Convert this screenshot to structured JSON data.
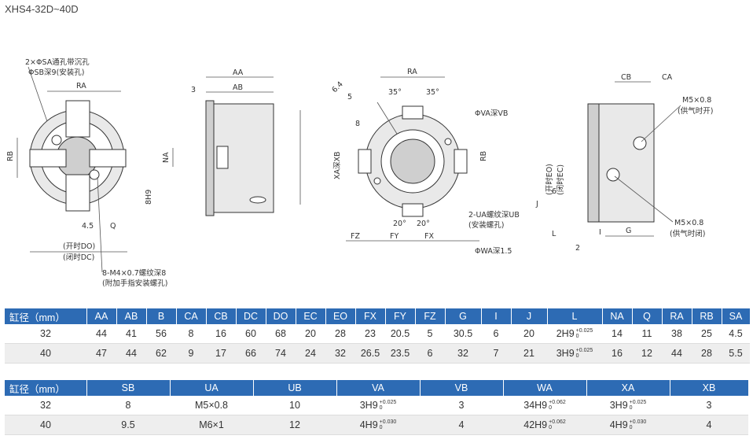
{
  "title": "XHS4-32D~40D",
  "labels": {
    "sa_note": "2×ΦSA通孔带沉孔",
    "sb_note": "ΦSB深9(安装孔)",
    "ra": "RA",
    "rb": "RB",
    "na": "NA",
    "h9": "8H9",
    "dim_4_5": "4.5",
    "q": "Q",
    "do_note": "(开时DO)",
    "dc_note": "(闭时DC)",
    "m4_note": "8-M4×0.7螺纹深8",
    "m4_note2": "(附加手指安装螺孔)",
    "aa": "AA",
    "ab": "AB",
    "dim_3": "3",
    "ra2": "RA",
    "ang_35a": "35°",
    "ang_35b": "35°",
    "dim_6_4": "6.4",
    "dim_5": "5",
    "dim_8": "8",
    "va_note": "ΦVA深VB",
    "rb2": "RB",
    "xa_note": "XA深XB",
    "ua_note": "2-UA螺纹深UB",
    "ua_note2": "(安装螺孔)",
    "ang_20a": "20°",
    "ang_20b": "20°",
    "fz": "FZ",
    "fy": "FY",
    "fx": "FX",
    "wa_note": "ΦWA深1.5",
    "cb": "CB",
    "ca": "CA",
    "m5_open": "M5×0.8",
    "m5_open2": "(供气时开)",
    "eo_note": "(开时EO)",
    "ec_note": "(闭时EC)",
    "dim_6": "6",
    "j": "J",
    "l": "L",
    "i": "I",
    "g": "G",
    "dim_2": "2",
    "m5_close": "M5×0.8",
    "m5_close2": "(供气时闭)"
  },
  "table1": {
    "header": [
      "缸径（mm）",
      "AA",
      "AB",
      "B",
      "CA",
      "CB",
      "DC",
      "DO",
      "EC",
      "EO",
      "FX",
      "FY",
      "FZ",
      "G",
      "I",
      "J",
      "L",
      "NA",
      "Q",
      "RA",
      "RB",
      "SA"
    ],
    "rows": [
      [
        "32",
        "44",
        "41",
        "56",
        "8",
        "16",
        "60",
        "68",
        "20",
        "28",
        "23",
        "20.5",
        "5",
        "30.5",
        "6",
        "20",
        {
          "v": "2H9",
          "up": "+0.025",
          "lo": "0"
        },
        "14",
        "11",
        "38",
        "25",
        "4.5"
      ],
      [
        "40",
        "47",
        "44",
        "62",
        "9",
        "17",
        "66",
        "74",
        "24",
        "32",
        "26.5",
        "23.5",
        "6",
        "32",
        "7",
        "21",
        {
          "v": "3H9",
          "up": "+0.025",
          "lo": "0"
        },
        "16",
        "12",
        "44",
        "28",
        "5.5"
      ]
    ]
  },
  "table2": {
    "header": [
      "缸径（mm）",
      "SB",
      "UA",
      "UB",
      "VA",
      "VB",
      "WA",
      "XA",
      "XB"
    ],
    "rows": [
      [
        "32",
        "8",
        "M5×0.8",
        "10",
        {
          "v": "3H9",
          "up": "+0.025",
          "lo": "0"
        },
        "3",
        {
          "v": "34H9",
          "up": "+0.062",
          "lo": "0"
        },
        {
          "v": "3H9",
          "up": "+0.025",
          "lo": "0"
        },
        "3"
      ],
      [
        "40",
        "9.5",
        "M6×1",
        "12",
        {
          "v": "4H9",
          "up": "+0.030",
          "lo": "0"
        },
        "4",
        {
          "v": "42H9",
          "up": "+0.062",
          "lo": "0"
        },
        {
          "v": "4H9",
          "up": "+0.030",
          "lo": "0"
        },
        "4"
      ]
    ]
  }
}
